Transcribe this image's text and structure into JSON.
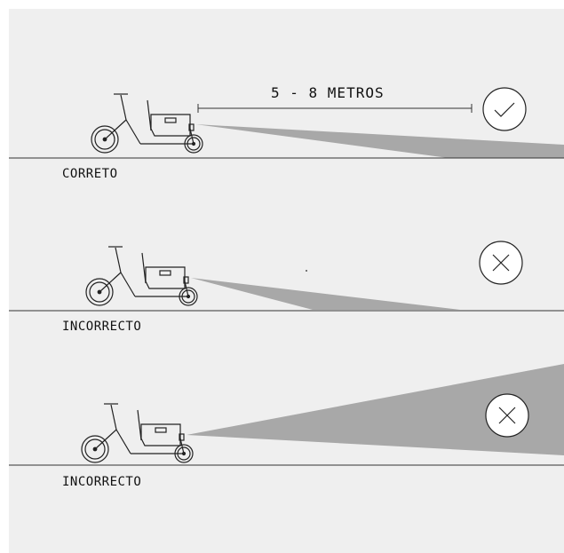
{
  "panels": [
    {
      "label": "CORRETO",
      "status": "check-icon"
    },
    {
      "label": "INCORRECTO",
      "status": "cross-icon"
    },
    {
      "label": "INCORRECTO",
      "status": "cross-icon"
    }
  ],
  "distance_label": "5 - 8 METROS",
  "colors": {
    "background": "#efefef",
    "beam": "#a8a8a8",
    "line": "#222222"
  }
}
